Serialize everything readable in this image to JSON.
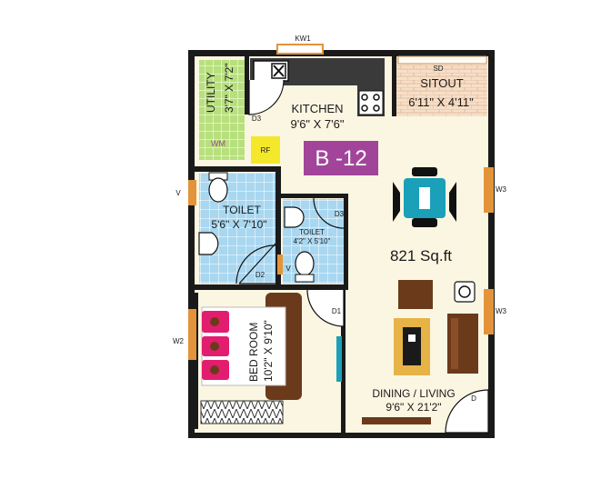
{
  "colors": {
    "wall": "#1a1a1a",
    "floor": "#fbf6e2",
    "tile": "#a9d7f0",
    "utility_tile": "#b7e07d",
    "sitout": "#f4d8c0",
    "badge": "#a2459a",
    "fridge": "#f3e82a",
    "furniture": "#6b3a1a",
    "bed_pink": "#e21d6f",
    "window": "#e3943a",
    "dining_table": "#1aa0b8"
  },
  "unit": {
    "label": "B -12",
    "area": "821 Sq.ft"
  },
  "rooms": {
    "kitchen": {
      "name": "KITCHEN",
      "dims": "9'6\" X 7'6\""
    },
    "utility": {
      "name": "UTILITY",
      "dims": "3'7\" X 7'2\""
    },
    "sitout": {
      "name": "SITOUT",
      "dims": "6'11\" X 4'11\""
    },
    "toilet": {
      "name": "TOILET",
      "dims": "5'6\" X 7'10\""
    },
    "toilet2": {
      "name": "TOILET",
      "dims": "4'2\" X 5'10\""
    },
    "bedroom": {
      "name": "BED ROOM",
      "dims": "10'2\" X 9'10\""
    },
    "living": {
      "name": "DINING / LIVING",
      "dims": "9'6\" X 21'2\""
    }
  },
  "labels": {
    "kw1": "KW1",
    "sd": "SD",
    "rf": "RF",
    "wm": "WM",
    "d": "D",
    "d1": "D1",
    "d2": "D2",
    "d3_utility": "D3",
    "d3_toilet": "D3",
    "v_left": "V",
    "v_toilet": "V",
    "w2": "W2",
    "w3_upper": "W3",
    "w3_lower": "W3"
  }
}
